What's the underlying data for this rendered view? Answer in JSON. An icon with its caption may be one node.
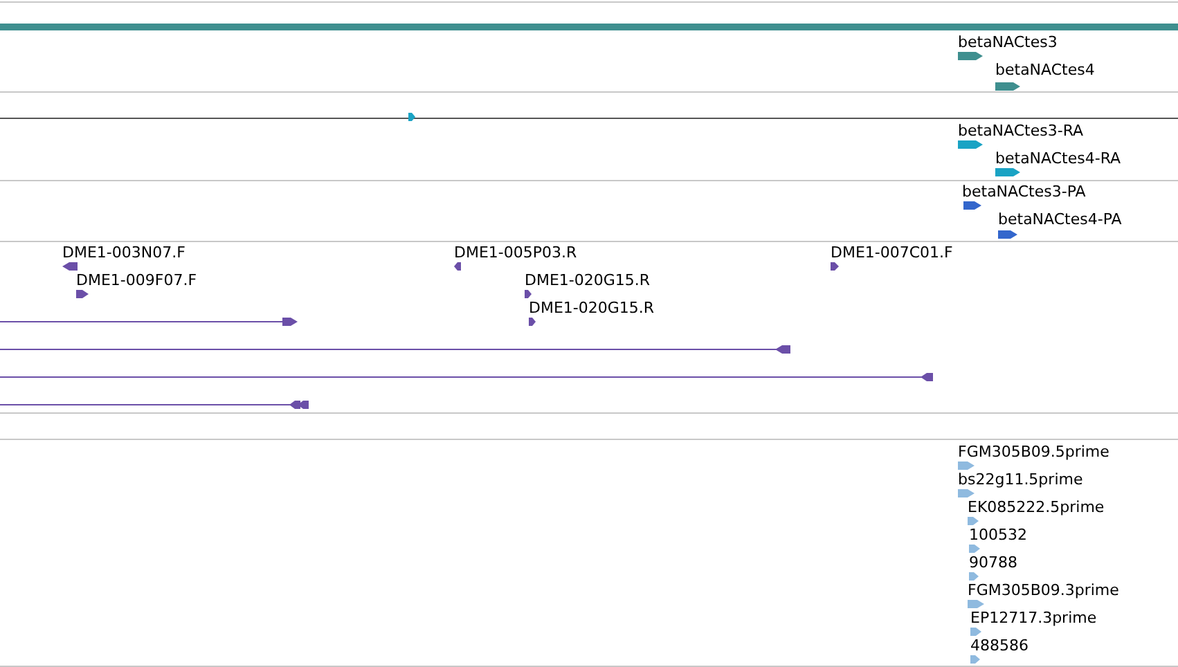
{
  "diagram": {
    "labels": [
      "betaNACtes3",
      "betaNACtes4",
      "betaNACtes3-RA",
      "betaNACtes4-RA",
      "betaNACtes3-PA",
      "betaNACtes4-PA",
      "DME1-003N07.F",
      "DME1-005P03.R",
      "DME1-007C01.F",
      "DME1-009F07.F",
      "DME1-020G15.R",
      "DME1-020G15.R",
      "FGM305B09.5prime",
      "bs22g11.5prime",
      "EK085222.5prime",
      "100532",
      "90788",
      "FGM305B09.3prime",
      "EP12717.3prime",
      "488586"
    ]
  }
}
